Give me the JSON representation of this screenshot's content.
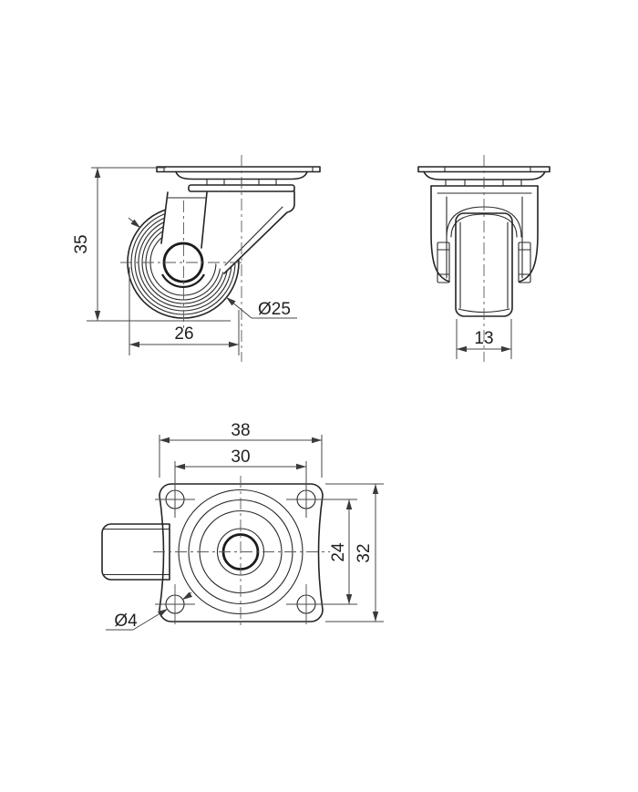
{
  "drawing": {
    "type": "technical-drawing",
    "subject": "swivel-caster",
    "colors": {
      "background": "#ffffff",
      "outline": "#242424",
      "dimension": "#474747"
    },
    "views": {
      "side": {
        "label": "side-view",
        "dimensions": {
          "overall_height": "35",
          "offset_width": "26",
          "wheel_diameter": "Ø25"
        }
      },
      "front": {
        "label": "front-view",
        "dimensions": {
          "wheel_width": "13"
        }
      },
      "plan": {
        "label": "plan-view",
        "dimensions": {
          "plate_width": "38",
          "bolt_spacing_width": "30",
          "bolt_spacing_height": "24",
          "plate_depth": "32",
          "bolt_hole_diameter": "Ø4"
        }
      }
    }
  }
}
